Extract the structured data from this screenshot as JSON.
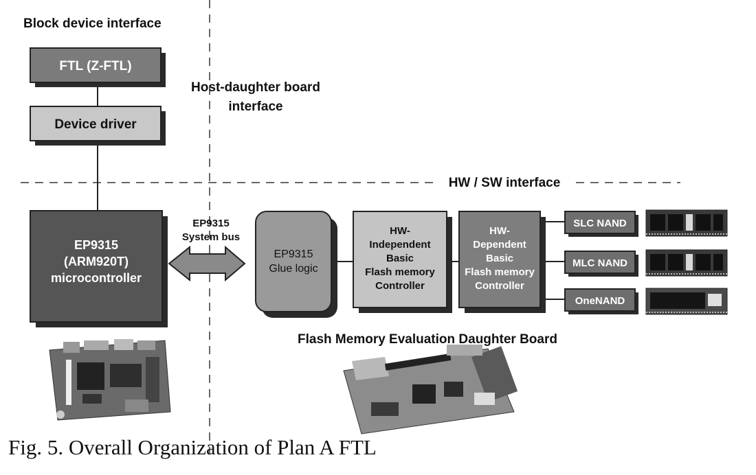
{
  "labels": {
    "block_device_interface": "Block device interface",
    "host_daughter_line1": "Host-daughter board",
    "host_daughter_line2": "interface",
    "hw_sw_interface": "HW / SW interface",
    "system_bus_line1": "EP9315",
    "system_bus_line2": "System bus",
    "daughter_board_title": "Flash Memory Evaluation Daughter Board"
  },
  "blocks": {
    "ftl": "FTL (Z-FTL)",
    "device_driver": "Device driver",
    "microcontroller": [
      "EP9315",
      "(ARM920T)",
      "microcontroller"
    ],
    "glue_logic": [
      "EP9315",
      "Glue logic"
    ],
    "hw_independent": [
      "HW-",
      "Independent",
      "Basic",
      "Flash memory",
      "Controller"
    ],
    "hw_dependent": [
      "HW-",
      "Dependent",
      "Basic",
      "Flash memory",
      "Controller"
    ]
  },
  "memories": [
    "SLC NAND",
    "MLC NAND",
    "OneNAND"
  ],
  "caption": "Fig. 5.  Overall Organization of Plan A FTL",
  "colors": {
    "ftl_fill": "#7b7b7b",
    "driver_fill": "#c8c8c8",
    "micro_fill": "#555555",
    "glue_fill": "#9a9a9a",
    "independent_fill": "#c4c4c4",
    "dependent_fill": "#7e7e7e",
    "memory_fill": "#6e6e6e",
    "shadow": "#2a2a2a"
  }
}
